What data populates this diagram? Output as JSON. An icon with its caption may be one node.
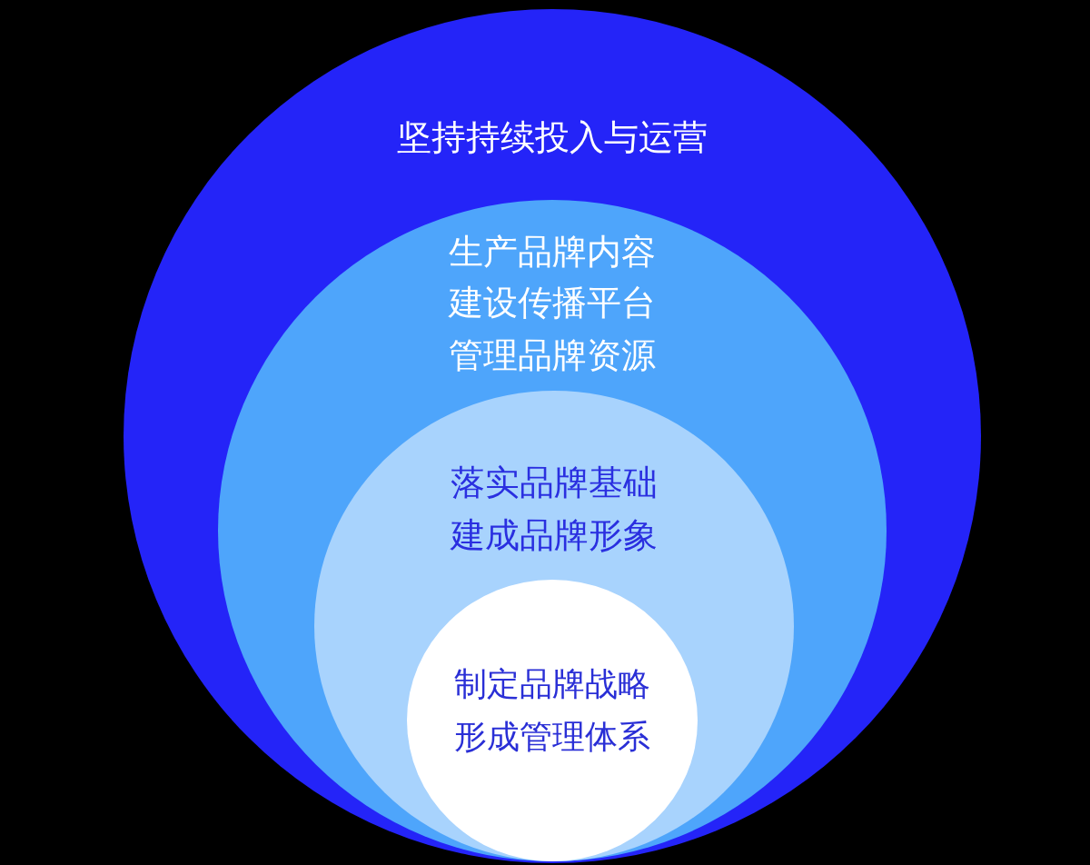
{
  "diagram": {
    "nodes": [
      {
        "text": [
          "坚持持续投入与运营"
        ]
      },
      {
        "text": [
          "生产品牌内容",
          "建设传播平台",
          "管理品牌资源"
        ],
        "in": 0
      },
      {
        "text": [
          "落实品牌基础",
          "建成品牌形象"
        ],
        "in": 1
      },
      {
        "text": [
          "制定品牌战略",
          "形成管理体系"
        ],
        "in": 2
      }
    ]
  }
}
